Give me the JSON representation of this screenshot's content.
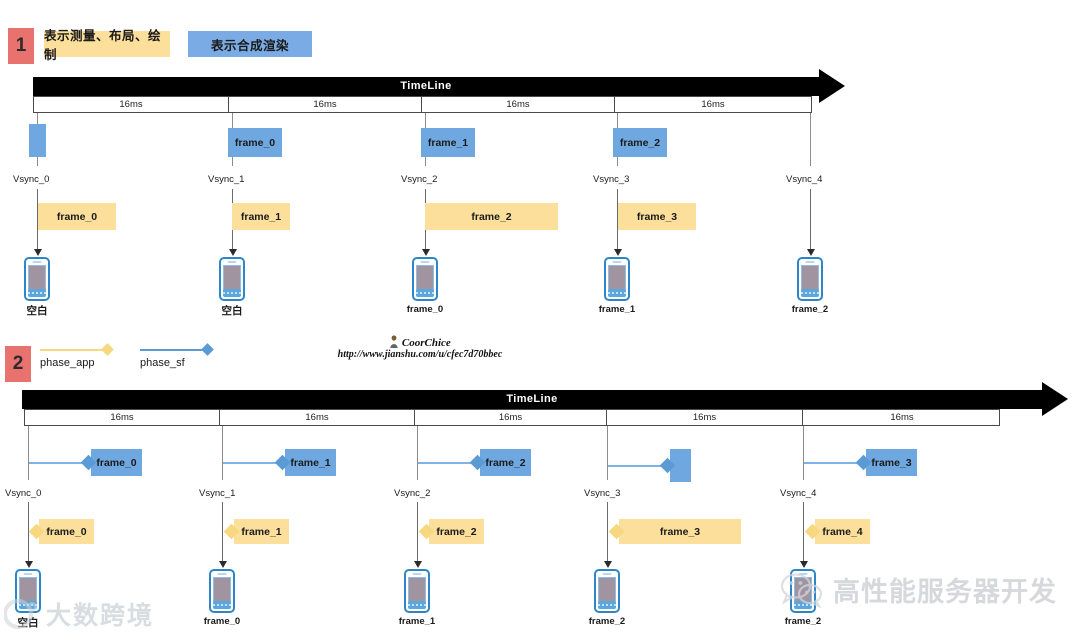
{
  "panel1": {
    "badge": "1",
    "legend": [
      {
        "label": "表示测量、布局、绘制",
        "color": "#fbdf9b"
      },
      {
        "label": "表示合成渲染",
        "color": "#7aabe4"
      }
    ],
    "timeline_label": "TimeLine",
    "ruler_cells": [
      "16ms",
      "16ms",
      "16ms",
      "16ms"
    ],
    "vsyncs": [
      "Vsync_0",
      "Vsync_1",
      "Vsync_2",
      "Vsync_3",
      "Vsync_4"
    ],
    "blue_boxes": [
      "",
      "frame_0",
      "frame_1",
      "frame_2"
    ],
    "yellow_boxes": [
      "frame_0",
      "frame_1",
      "frame_2",
      "frame_3"
    ],
    "phones": [
      "空白",
      "空白",
      "frame_0",
      "frame_1",
      "frame_2"
    ]
  },
  "panel2": {
    "badge": "2",
    "legend": [
      {
        "label": "phase_app",
        "color": "#f7d77f"
      },
      {
        "label": "phase_sf",
        "color": "#5b9bd5"
      }
    ],
    "credit": {
      "name": "CoorChice",
      "url": "http://www.jianshu.com/u/cfec7d70bbec"
    },
    "timeline_label": "TimeLine",
    "ruler_cells": [
      "16ms",
      "16ms",
      "16ms",
      "16ms",
      "16ms"
    ],
    "vsyncs": [
      "Vsync_0",
      "Vsync_1",
      "Vsync_2",
      "Vsync_3",
      "Vsync_4"
    ],
    "blue_boxes": [
      "frame_0",
      "frame_1",
      "frame_2",
      "",
      "frame_3"
    ],
    "yellow_boxes": [
      "frame_0",
      "frame_1",
      "frame_2",
      "frame_3",
      "frame_4"
    ],
    "phones": [
      "空白",
      "frame_0",
      "frame_1",
      "frame_2",
      "frame_2"
    ]
  },
  "watermarks": {
    "bottom_left": "大数跨境",
    "bottom_right": "高性能服务器开发"
  },
  "colors": {
    "badge": "#e8726e",
    "blue": "#6fa8e0",
    "yellow": "#fbdf9b",
    "timeline": "#000000"
  }
}
